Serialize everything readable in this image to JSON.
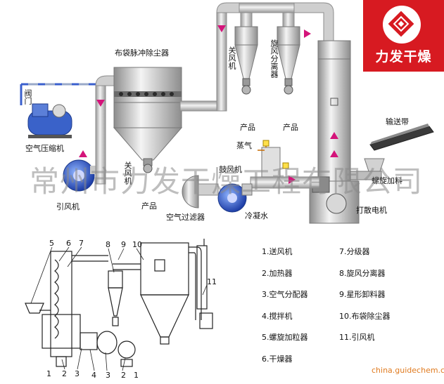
{
  "colors": {
    "pipe": "#bdbdbd",
    "pipe_edge": "#8c8c8c",
    "arrow": "#d4147a",
    "logo_bg": "#d71a21",
    "site": "#e07b20",
    "blue_dash": "#3a5fcd"
  },
  "logo": {
    "brand": "力发干燥"
  },
  "watermark": "常州市力发干燥工程有限公司",
  "labels": {
    "bag_filter": "布袋脉冲除尘器",
    "valve": "阀门",
    "compressor": "空气压缩机",
    "induced_fan": "引风机",
    "closed_fan_left": "关风机",
    "product_left": "产品",
    "air_filter": "空气过滤器",
    "closed_fan_mid": "关风机",
    "product_mid": "产品",
    "cyclone": "旋风分离器",
    "product_right": "产品",
    "steam": "蒸气",
    "blower": "鼓风机",
    "condensate": "冷凝水",
    "conveyor": "输送带",
    "screw_feeder": "螺旋加料",
    "disperser_motor": "打散电机"
  },
  "diagram_numbers": [
    "5",
    "6",
    "7",
    "8",
    "9",
    "10",
    "11",
    "1",
    "2",
    "3",
    "4",
    "3",
    "2",
    "1"
  ],
  "legend": [
    "1.送风机",
    "7.分级器",
    "2.加热器",
    "8.旋风分离器",
    "3.空气分配器",
    "9.星形卸料器",
    "4.搅拌机",
    "10.布袋除尘器",
    "5.螺旋加粒器",
    "11.引风机",
    "6.干燥器"
  ],
  "site": "china.guidechem.com"
}
